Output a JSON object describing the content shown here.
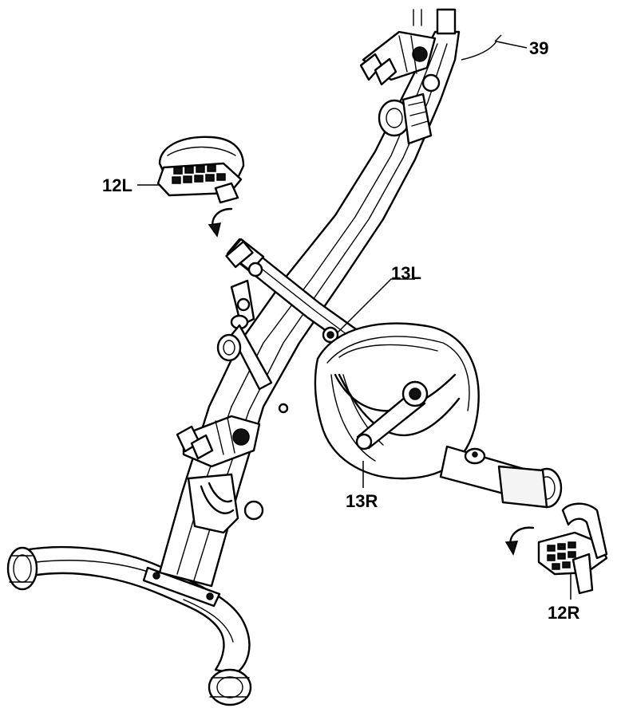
{
  "callouts": {
    "c39": "39",
    "c12L": "12L",
    "c13L": "13L",
    "c13R": "13R",
    "c12R": "12R"
  },
  "colors": {
    "ink": "#000000",
    "paper": "#ffffff"
  }
}
